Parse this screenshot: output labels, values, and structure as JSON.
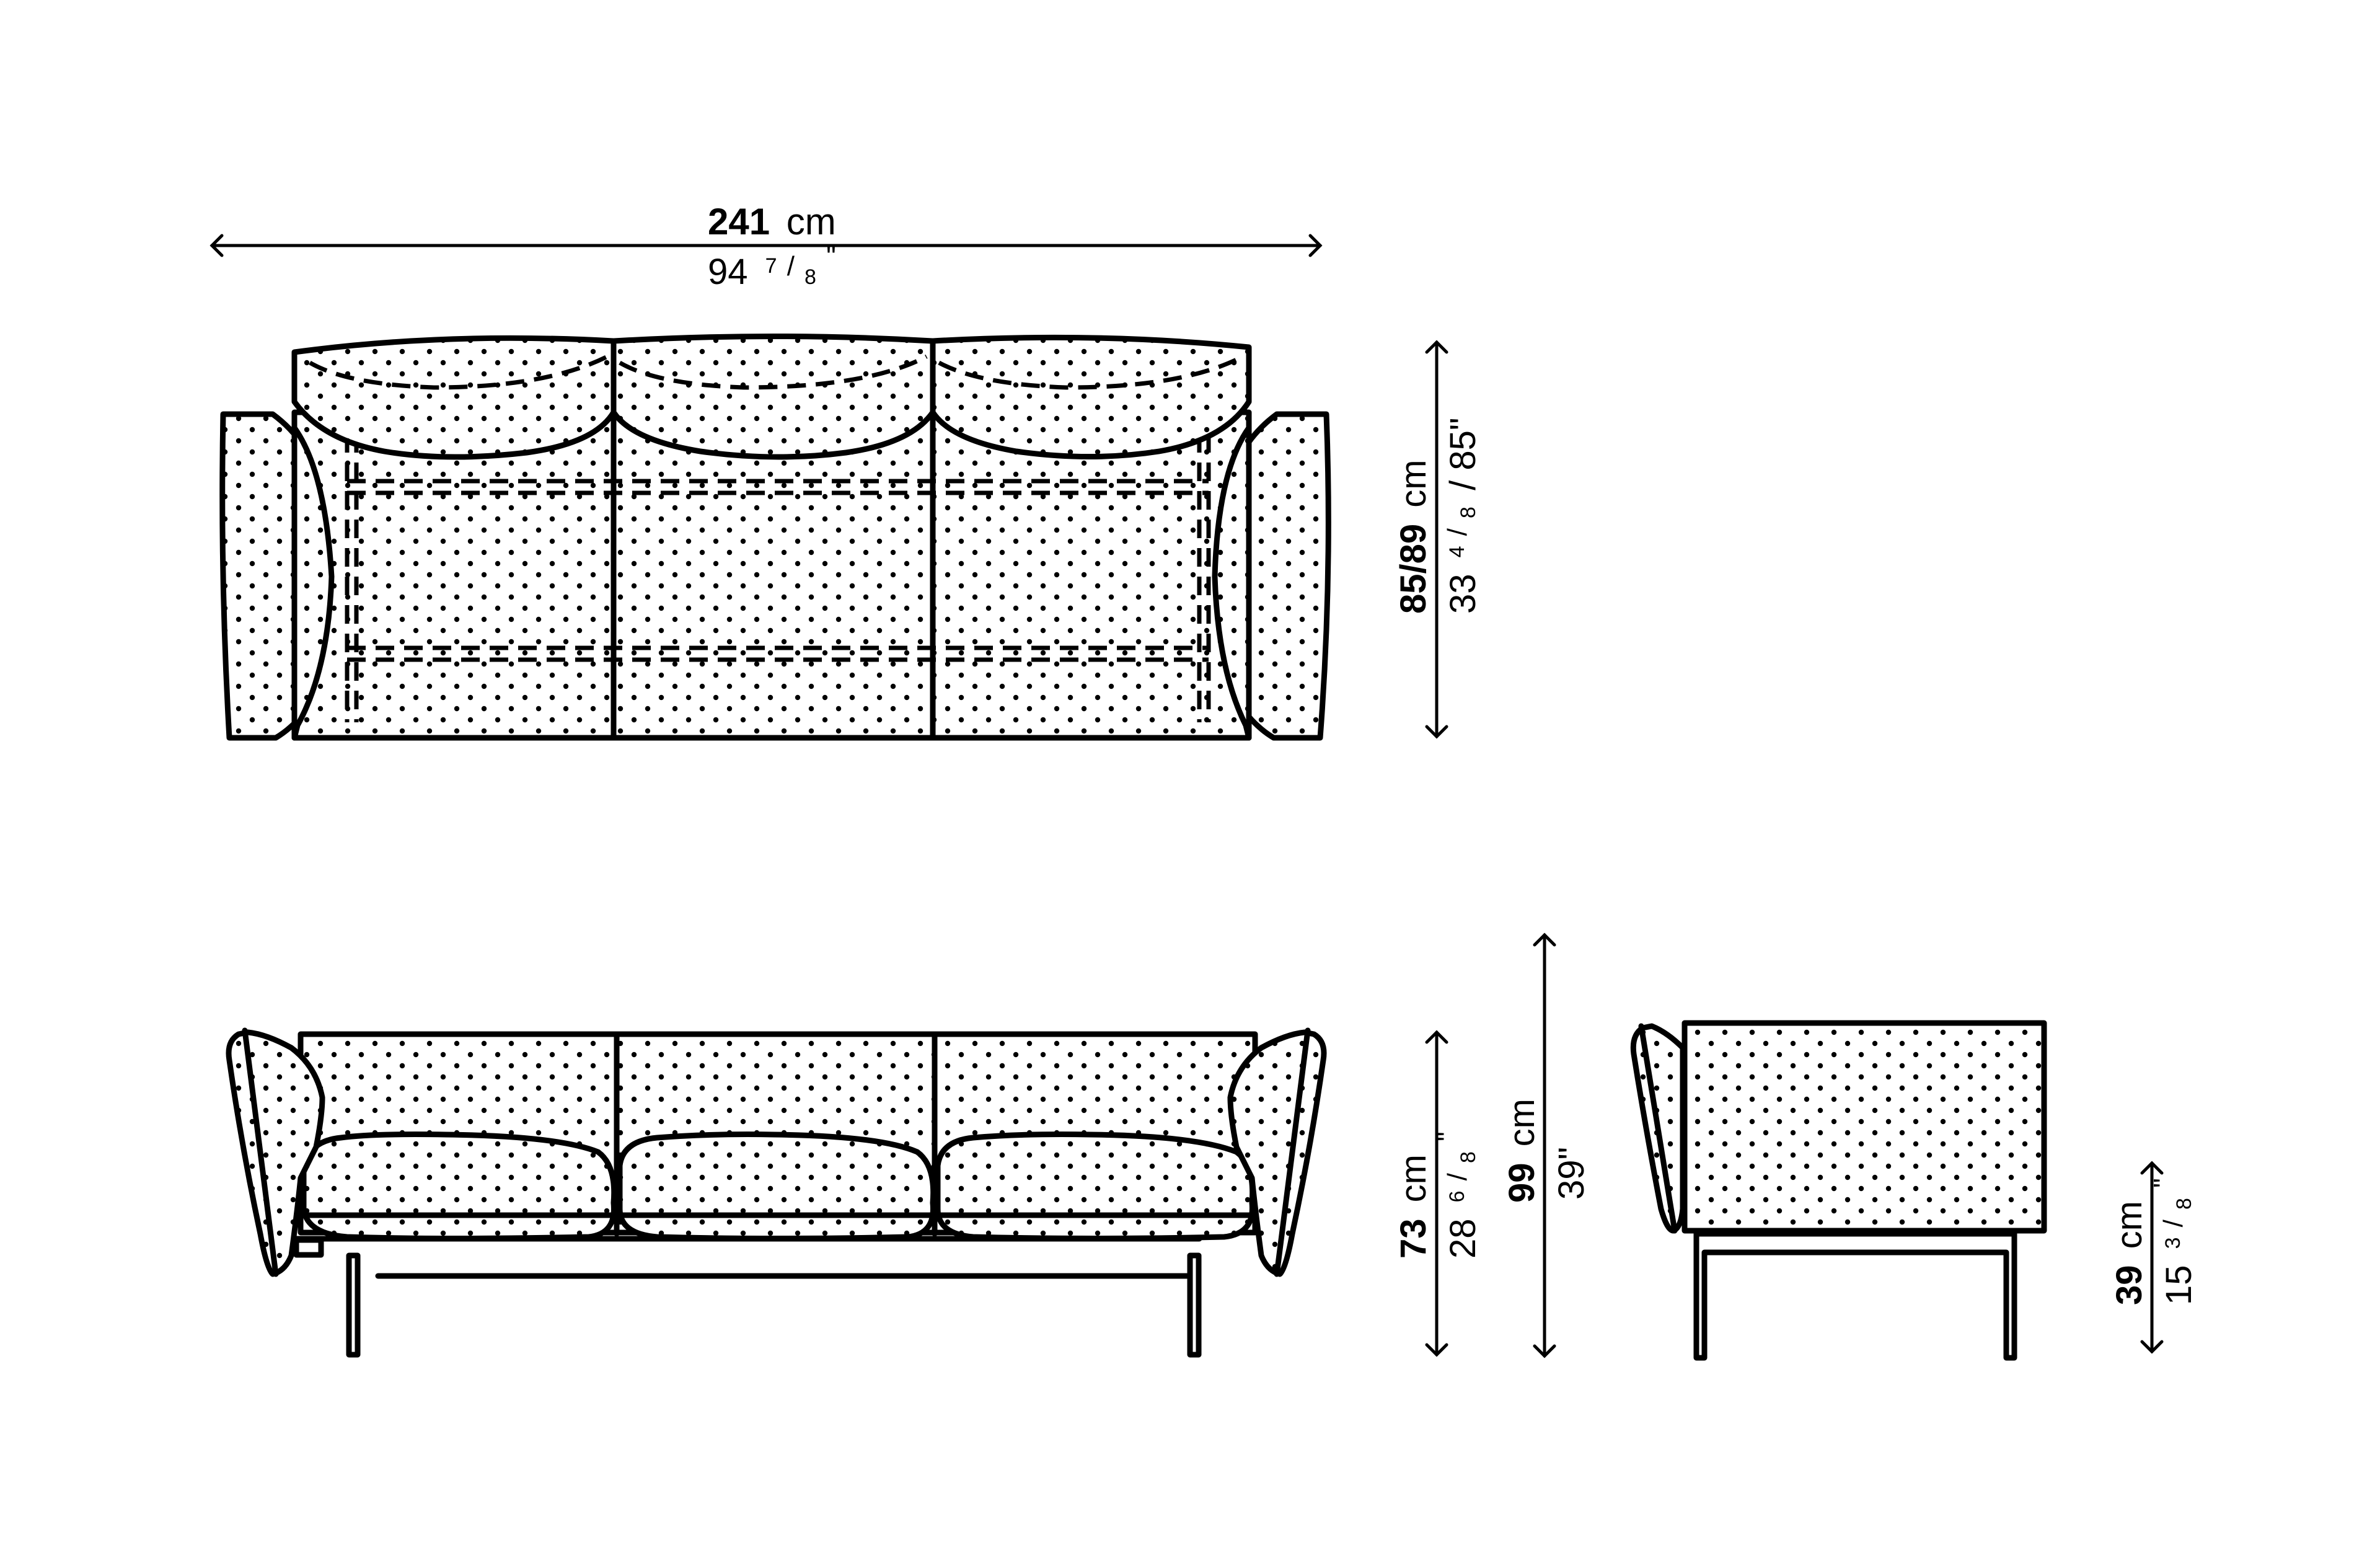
{
  "drawing": {
    "title": "Three-seat sofa dimension drawing",
    "views": [
      "top-view",
      "front-view",
      "side-view"
    ],
    "line_color": "#000000",
    "background": "#ffffff"
  },
  "dimensions": {
    "width": {
      "cm_value": "241",
      "cm_unit": "cm",
      "inch_whole": "94",
      "inch_frac_num": "7",
      "inch_frac_den": "8",
      "inch_mark": "\""
    },
    "depth": {
      "cm_value": "85/89",
      "cm_unit": "cm",
      "inch_text_a": "33",
      "inch_frac_num": "4",
      "inch_frac_den": "8",
      "inch_text_b": "/ 85\""
    },
    "seat_back_height": {
      "cm_value": "73",
      "cm_unit": "cm",
      "inch_whole": "28",
      "inch_frac_num": "6",
      "inch_frac_den": "8",
      "inch_mark": "\""
    },
    "total_height": {
      "cm_value": "99",
      "cm_unit": "cm",
      "inch_text": "39\""
    },
    "seat_height": {
      "cm_value": "39",
      "cm_unit": "cm",
      "inch_whole": "15",
      "inch_frac_num": "3",
      "inch_frac_den": "8",
      "inch_mark": "\""
    }
  }
}
